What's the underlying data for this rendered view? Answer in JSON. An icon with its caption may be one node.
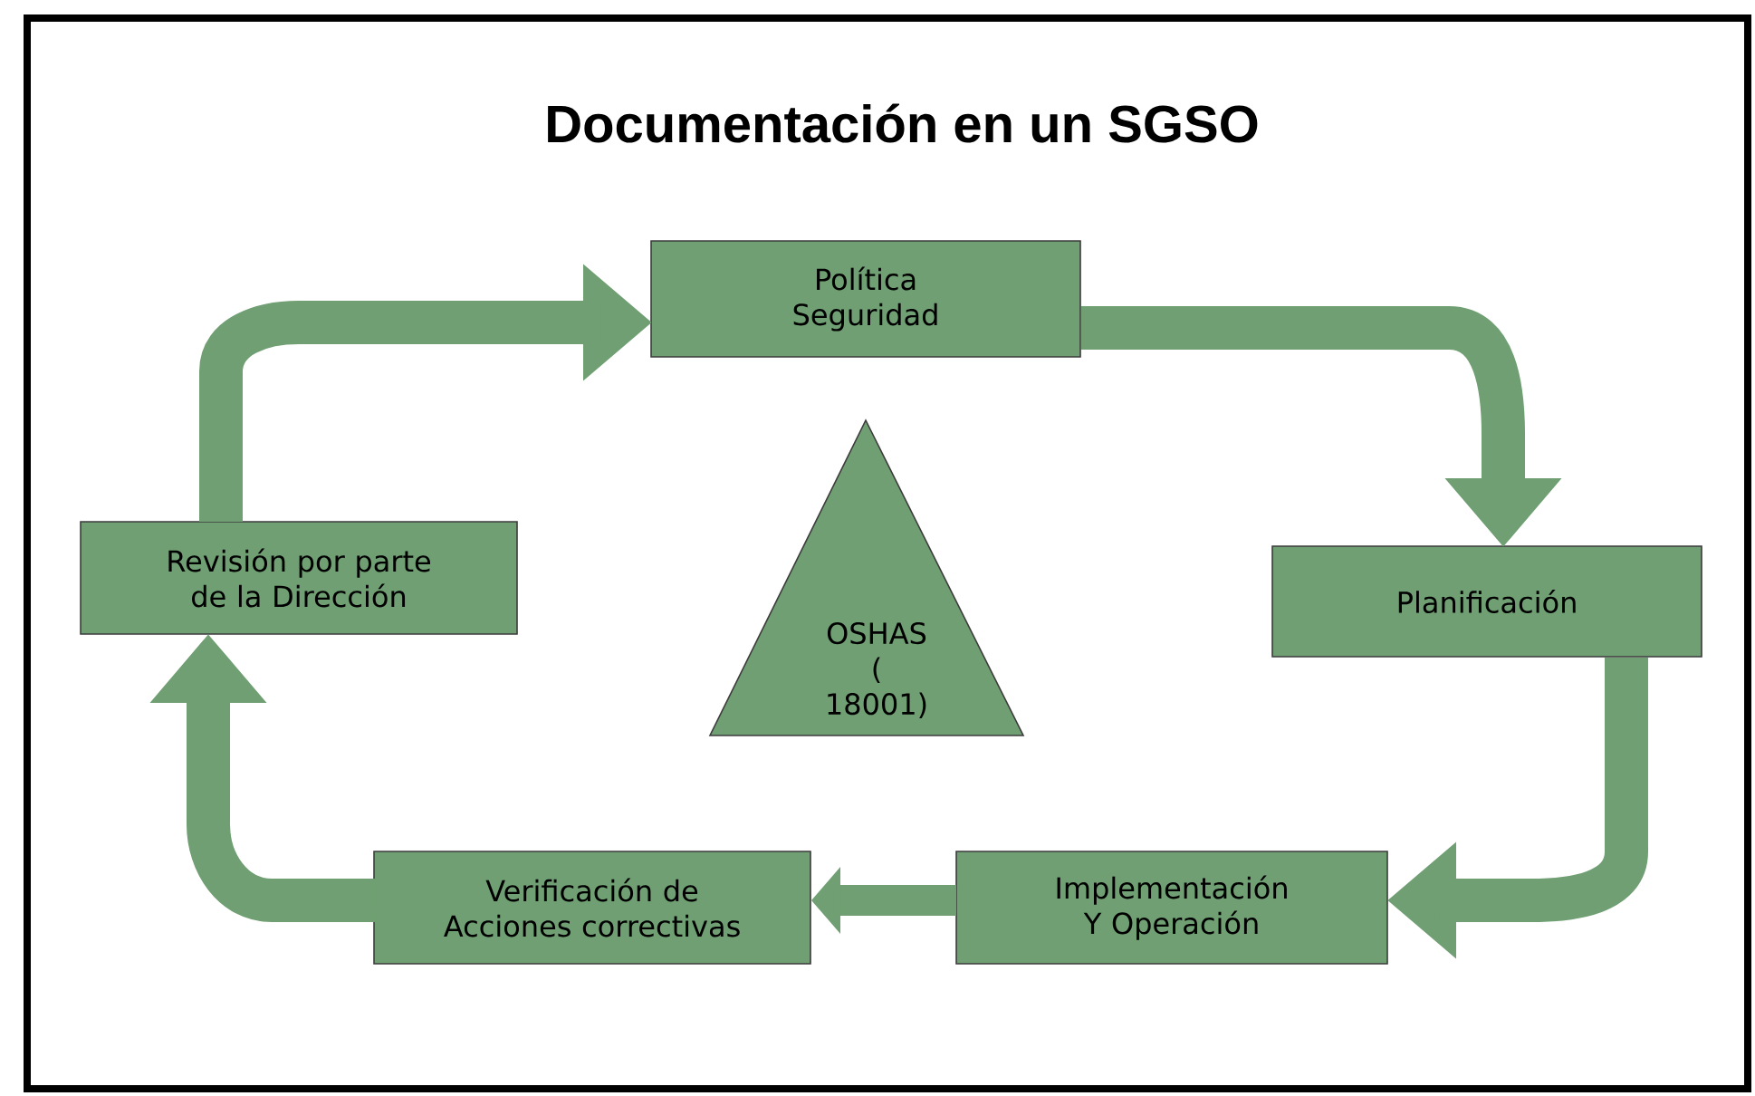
{
  "diagram": {
    "title": "Documentación en un SGSO",
    "nodes": [
      {
        "text": [
          "Política Seguridad"
        ]
      },
      {
        "text": [
          "Planificación"
        ]
      },
      {
        "text": [
          "Implementación Y Operación"
        ]
      },
      {
        "text": [
          "Verificación de Acciones correctivas"
        ]
      },
      {
        "text": [
          "Revisión por parte de la Dirección"
        ]
      },
      {
        "text": [
          "OSHAS ( 18001)"
        ]
      }
    ],
    "edges": [
      {
        "from": 0,
        "to": 1,
        "arrow": "to"
      },
      {
        "from": 1,
        "to": 2,
        "arrow": "to"
      },
      {
        "from": 2,
        "to": 3,
        "arrow": "to"
      },
      {
        "from": 3,
        "to": 4,
        "arrow": "to"
      },
      {
        "from": 4,
        "to": 0,
        "arrow": "to"
      }
    ]
  }
}
